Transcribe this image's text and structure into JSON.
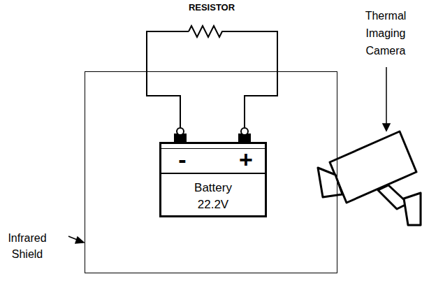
{
  "diagram": {
    "nodes": [
      {
        "text": [
          "Infrared Shield"
        ]
      },
      {
        "text": [
          "-",
          "+",
          "Battery 22.2V"
        ],
        "in": 0
      }
    ],
    "labels": [
      "RESISTOR",
      "Thermal Imaging Camera"
    ]
  }
}
